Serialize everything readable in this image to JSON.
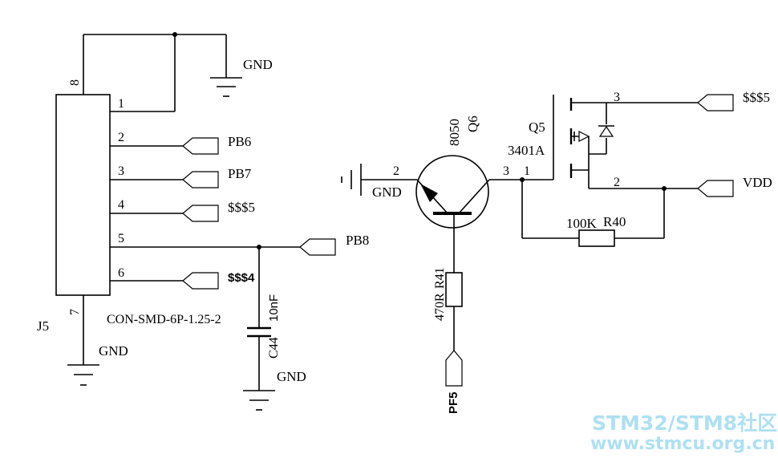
{
  "connector": {
    "designator": "J5",
    "part": "CON-SMD-6P-1.25-2",
    "pins": [
      "1",
      "2",
      "3",
      "4",
      "5",
      "6",
      "7",
      "8"
    ],
    "nets": {
      "pb6": "PB6",
      "pb7": "PB7",
      "net4": "$$$5",
      "pb8": "PB8",
      "net6": "$$$4",
      "gnd_top": "GND",
      "gnd_bottom": "GND"
    }
  },
  "capacitor": {
    "designator": "C44",
    "value": "10nF",
    "gnd": "GND"
  },
  "transistor": {
    "designator": "Q6",
    "value": "8050",
    "pin_base": "2",
    "pin_collector": "3",
    "gnd": "GND"
  },
  "resistor_base": {
    "designator": "R41",
    "value": "470R",
    "net": "PF5"
  },
  "mosfet": {
    "designator": "Q5",
    "value": "3401A",
    "pin_drain": "3",
    "pin_gate": "1",
    "pin_source": "2",
    "net_drain": "$$$5",
    "net_source": "VDD"
  },
  "resistor_pullup": {
    "designator": "R40",
    "value": "100K"
  },
  "watermark": {
    "line1": "STM32/STM8社区",
    "line2": "www.stmcu.org.cn"
  }
}
